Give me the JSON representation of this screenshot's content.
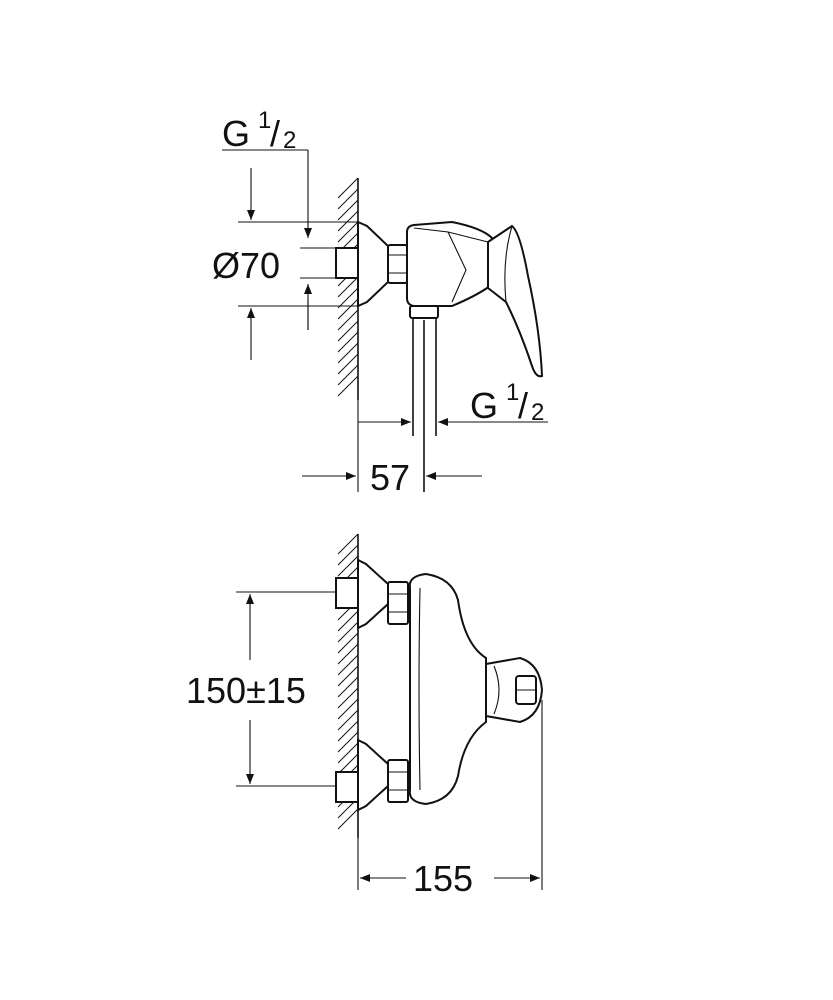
{
  "labels": {
    "thread_top": {
      "main": "G",
      "num": "1",
      "den": "2"
    },
    "diameter": "Ø70",
    "thread_side": {
      "main": "G",
      "num": "1",
      "den": "2"
    },
    "offset_depth": "57",
    "center_distance": "150±15",
    "total_depth": "155"
  }
}
